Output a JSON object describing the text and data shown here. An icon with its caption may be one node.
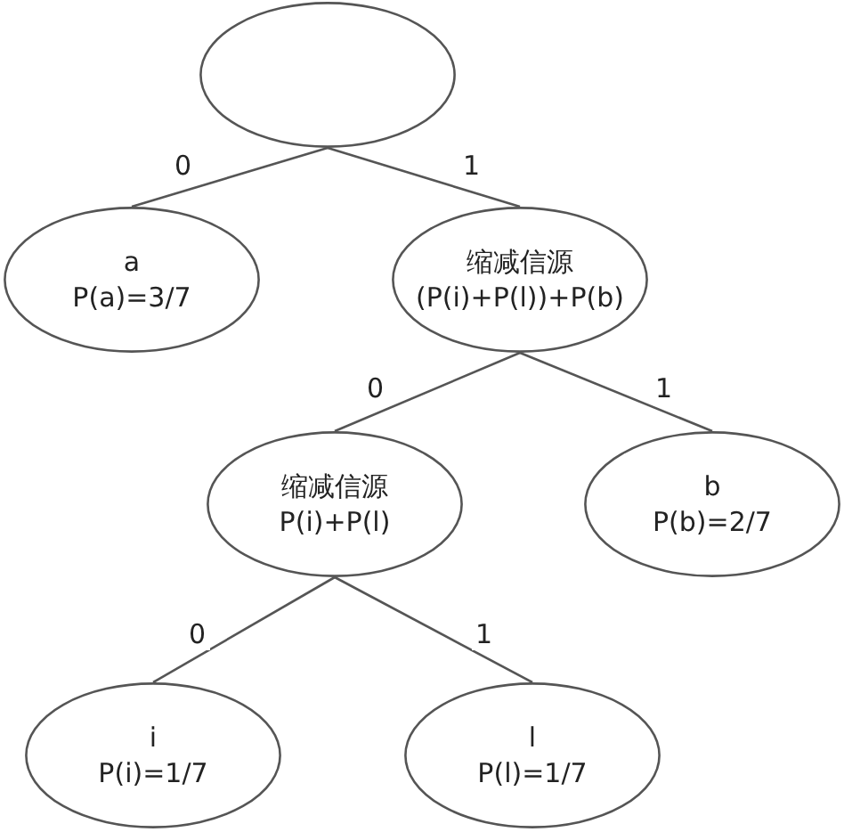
{
  "diagram": {
    "nodes": [
      {
        "text": [],
        "shape": "ellipse"
      },
      {
        "text": [
          "a",
          "P(a)=3/7"
        ]
      },
      {
        "text": [
          "缩减信源",
          "(P(i)+P(l))+P(b)"
        ]
      },
      {
        "text": [
          "缩减信源",
          "P(i)+P(l)"
        ]
      },
      {
        "text": [
          "b",
          "P(b)=2/7"
        ]
      },
      {
        "text": [
          "i",
          "P(i)=1/7"
        ]
      },
      {
        "text": [
          "l",
          "P(l)=1/7"
        ]
      }
    ],
    "edges": [
      {
        "from": 0,
        "to": 1,
        "arrow": "none",
        "label": "0"
      },
      {
        "from": 0,
        "to": 2,
        "arrow": "none",
        "label": "1"
      },
      {
        "from": 2,
        "to": 3,
        "arrow": "none",
        "label": "0"
      },
      {
        "from": 2,
        "to": 4,
        "arrow": "none",
        "label": "1"
      },
      {
        "from": 3,
        "to": 5,
        "arrow": "none",
        "label": "0"
      },
      {
        "from": 3,
        "to": 6,
        "arrow": "none",
        "label": "1"
      }
    ]
  }
}
